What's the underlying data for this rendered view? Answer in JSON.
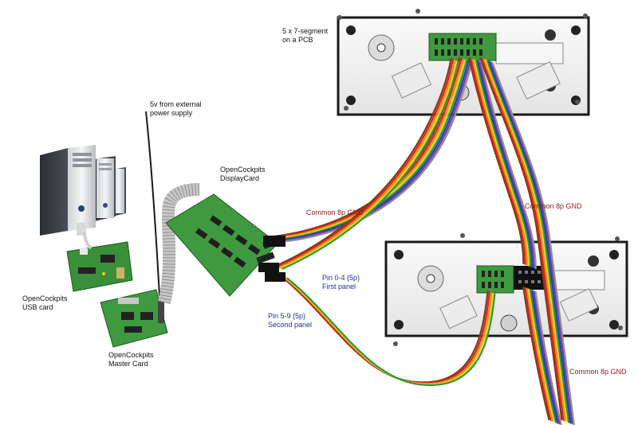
{
  "labels": {
    "display_pcb": "5 x 7-segment\non a PCB",
    "external_power": "5v from external\npower supply",
    "display_card": "OpenCockpits\nDisplayCard",
    "usb_card": "OpenCockpits\nUSB card",
    "master_card": "OpenCockpits\nMaster Card",
    "gnd_left": "Common 8p GND",
    "gnd_right_top": "Common 8p GND",
    "gnd_right_bottom": "Common 8p GND",
    "pin_0_4": "Pin 0-4 (5p)\nFirst panel",
    "pin_5_9": "Pin 5-9 (5p)\nSecond panel"
  },
  "colors": {
    "label_dark_red": "#8b1a1a",
    "label_blue": "#1f2f9a",
    "pcb_green": "#3f9a3f",
    "panel_fill": "#f2f2f2",
    "ribbon_grey": "#c9c9c9",
    "wire_set": [
      "#7a3f1a",
      "#e02020",
      "#f08a1a",
      "#f0d020",
      "#2a9a3a",
      "#2040c0",
      "#7a3aa0",
      "#909090"
    ]
  },
  "icons": [
    "computer-tower-icon",
    "pcb-card-icon",
    "seven-segment-display-icon",
    "ribbon-cable-icon",
    "wire-bundle-icon"
  ]
}
